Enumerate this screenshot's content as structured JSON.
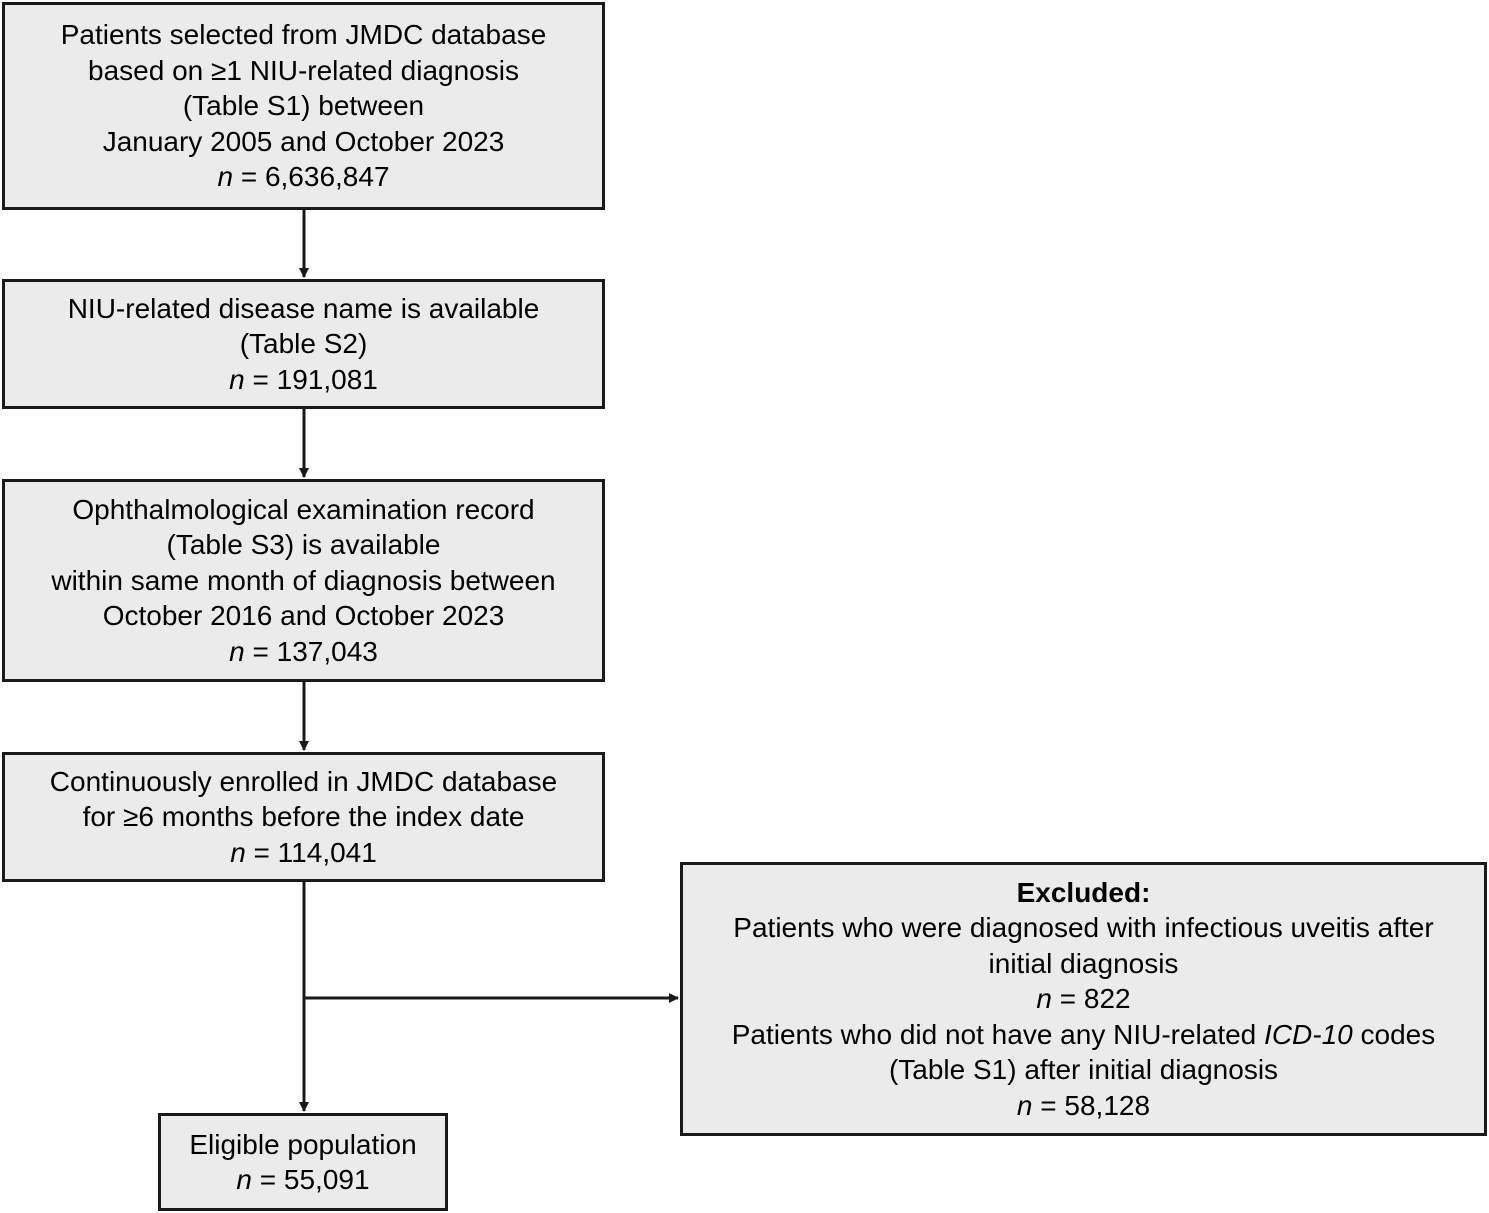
{
  "boxes": {
    "selected": {
      "lines": [
        "Patients selected from JMDC database",
        "based on ≥1 NIU-related diagnosis",
        "(Table S1) between",
        "January 2005 and October 2023"
      ],
      "n_label": "n",
      "n_value": " = 6,636,847"
    },
    "disease_name": {
      "lines": [
        "NIU-related disease name is available",
        "(Table S2)"
      ],
      "n_label": "n",
      "n_value": " = 191,081"
    },
    "ophthalmology": {
      "lines": [
        "Ophthalmological examination record",
        "(Table S3) is available",
        "within same month of diagnosis between",
        "October 2016 and October 2023"
      ],
      "n_label": "n",
      "n_value": " = 137,043"
    },
    "enrolled": {
      "lines": [
        "Continuously enrolled in JMDC database",
        "for ≥6 months before the index date"
      ],
      "n_label": "n",
      "n_value": " = 114,041"
    },
    "eligible": {
      "lines": [
        "Eligible population"
      ],
      "n_label": "n",
      "n_value": " = 55,091"
    },
    "excluded": {
      "heading": "Excluded:",
      "reason1_lines": [
        "Patients who were diagnosed with infectious uveitis after",
        "initial diagnosis"
      ],
      "n1_label": "n",
      "n1_value": " = 822",
      "reason2_pre": "Patients who did not have any NIU-related ",
      "reason2_italic": "ICD-10",
      "reason2_post": " codes",
      "reason2_line2": "(Table S1) after initial diagnosis",
      "n2_label": "n",
      "n2_value": " = 58,128"
    }
  }
}
